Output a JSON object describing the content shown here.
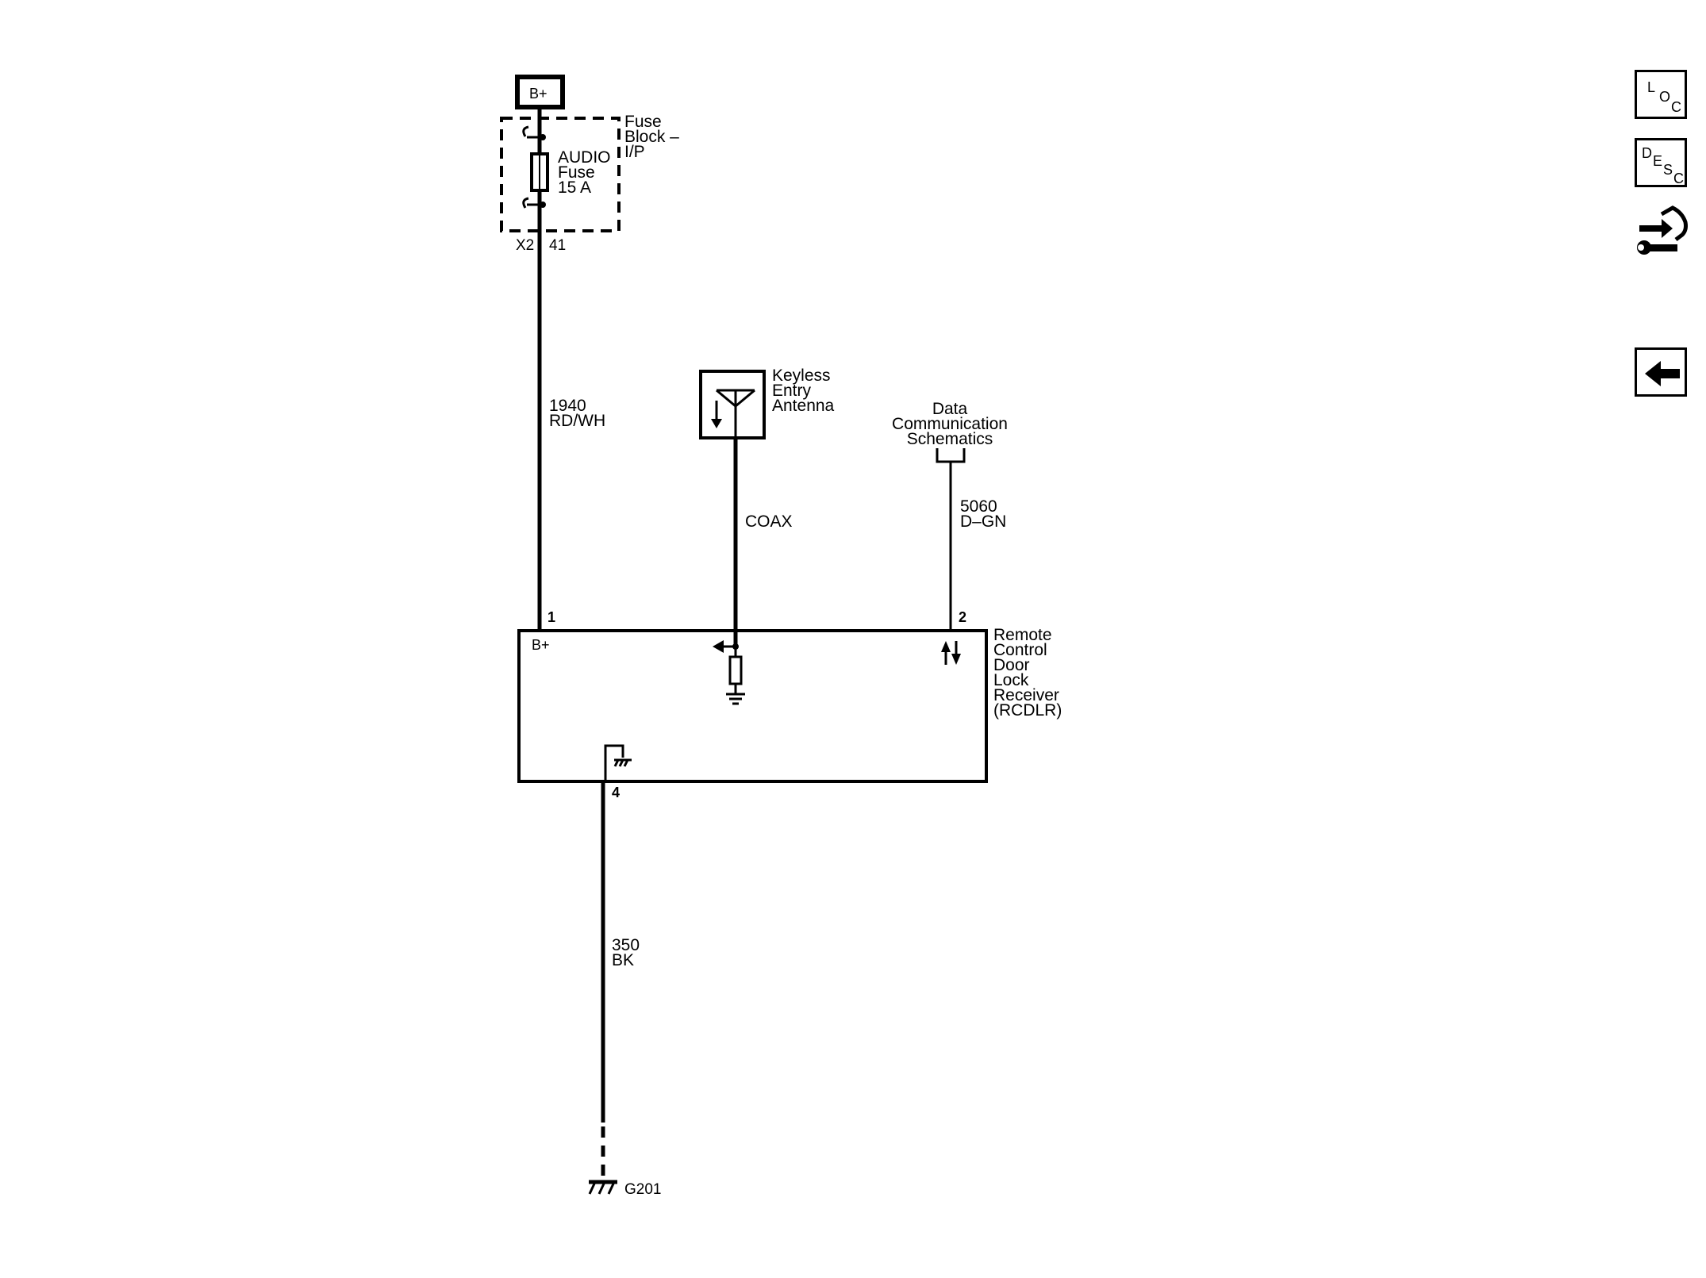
{
  "power": {
    "source_label": "B+"
  },
  "fuse_block": {
    "name_lines": [
      "Fuse",
      "Block –",
      "I/P"
    ],
    "fuse_lines": [
      "AUDIO",
      "Fuse",
      "15 A"
    ],
    "connector": "X2",
    "pin": "41"
  },
  "wires": {
    "power": {
      "circuit": "1940",
      "color": "RD/WH"
    },
    "antenna": {
      "type": "COAX"
    },
    "data": {
      "circuit": "5060",
      "color": "D–GN"
    },
    "ground": {
      "circuit": "350",
      "color": "BK"
    }
  },
  "antenna": {
    "name_lines": [
      "Keyless",
      "Entry",
      "Antenna"
    ]
  },
  "data_link": {
    "name_lines": [
      "Data",
      "Communication",
      "Schematics"
    ]
  },
  "module": {
    "name_lines": [
      "Remote",
      "Control",
      "Door",
      "Lock",
      "Receiver",
      "(RCDLR)"
    ],
    "pin_power": "1",
    "pin_data": "2",
    "pin_ground": "4",
    "power_label": "B+"
  },
  "ground": {
    "name": "G201"
  },
  "side_nav": {
    "loc": [
      "L",
      "O",
      "C"
    ],
    "desc": [
      "D",
      "E",
      "S",
      "C"
    ],
    "back_icon": "back-arrow-icon",
    "connector_icon": "connector-wrench-icon"
  }
}
